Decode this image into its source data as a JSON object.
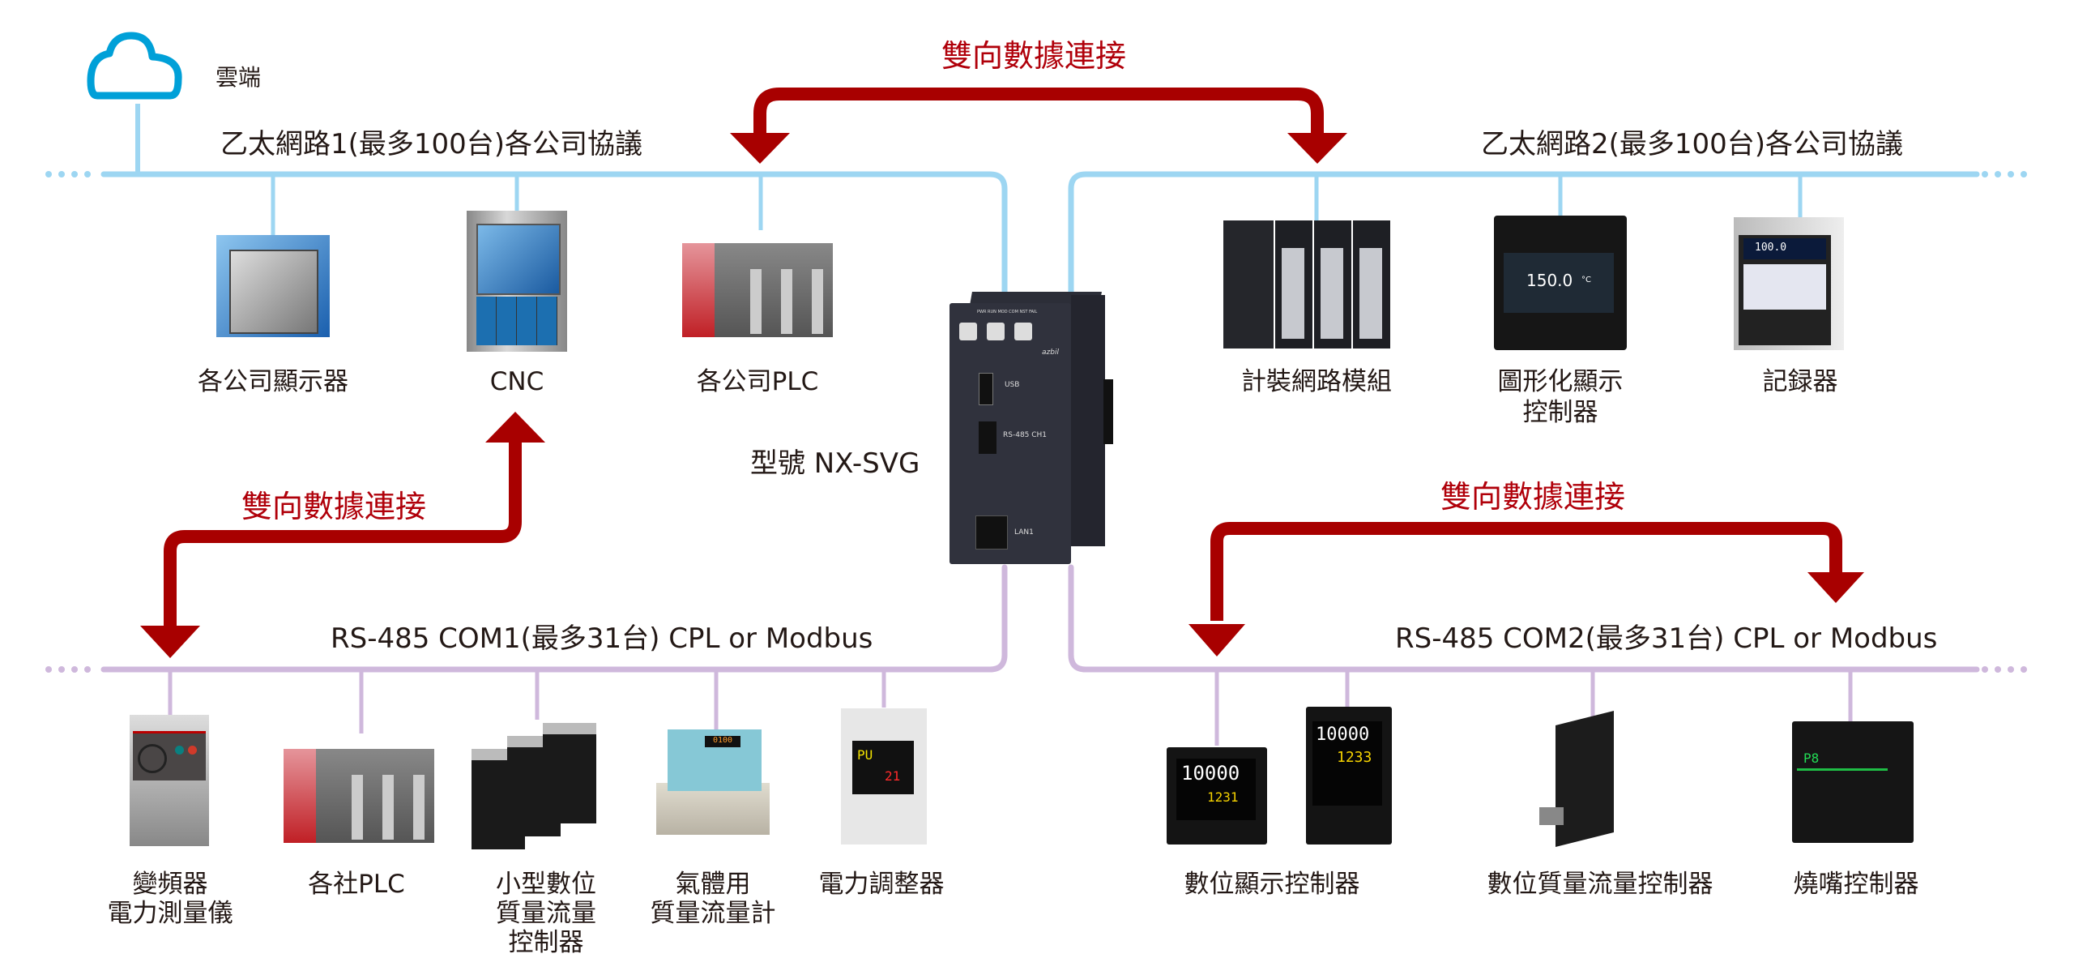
{
  "colors": {
    "ethernet_line": "#9dd6f2",
    "rs485_line": "#cfb8dc",
    "arrow": "#a80000",
    "arrow_text": "#b0000a",
    "cloud": "#00a0d8",
    "text": "#231815"
  },
  "cloud": {
    "label": "雲端",
    "icon": "cloud-icon"
  },
  "center_device": {
    "model_label": "型號 NX-SVG",
    "port_labels": [
      "USB",
      "RS-485 CH1",
      "LAN1"
    ],
    "brand": "azbil",
    "top_labels": "PWR RUN MOD COM NST FAIL"
  },
  "networks": {
    "ethernet1": {
      "label": "乙太網路1(最多100台)各公司協議"
    },
    "ethernet2": {
      "label": "乙太網路2(最多100台)各公司協議"
    },
    "rs485_com1": {
      "label": "RS-485 COM1(最多31台) CPL or Modbus"
    },
    "rs485_com2": {
      "label": "RS-485 COM2(最多31台) CPL or Modbus"
    }
  },
  "data_links": [
    {
      "label": "雙向數據連接"
    },
    {
      "label": "雙向數據連接"
    },
    {
      "label": "雙向數據連接"
    }
  ],
  "ethernet1_devices": [
    {
      "label": "各公司顯示器"
    },
    {
      "label": "CNC"
    },
    {
      "label": "各公司PLC"
    }
  ],
  "ethernet2_devices": [
    {
      "label": "計裝網路模組"
    },
    {
      "label_line1": "圖形化顯示",
      "label_line2": "控制器",
      "display_value": "150.0",
      "unit": "°C"
    },
    {
      "label": "記録器",
      "display_value": "100.0"
    }
  ],
  "com1_devices": [
    {
      "label_line1": "變頻器",
      "label_line2": "電力測量儀"
    },
    {
      "label": "各社PLC"
    },
    {
      "label_line1": "小型數位",
      "label_line2": "質量流量",
      "label_line3": "控制器"
    },
    {
      "label_line1": "氣體用",
      "label_line2": "質量流量計",
      "display_value": "0100"
    },
    {
      "label": "電力調整器",
      "display_value1": "PU",
      "display_value2": "21"
    }
  ],
  "com2_devices": [
    {
      "label": "數位顯示控制器",
      "display_a_pv": "10000",
      "display_a_sp": "1231",
      "display_b_pv": "10000",
      "display_b_sp": "1233"
    },
    {
      "label": "數位質量流量控制器"
    },
    {
      "label": "燒嘴控制器",
      "display_value": "P8"
    }
  ]
}
